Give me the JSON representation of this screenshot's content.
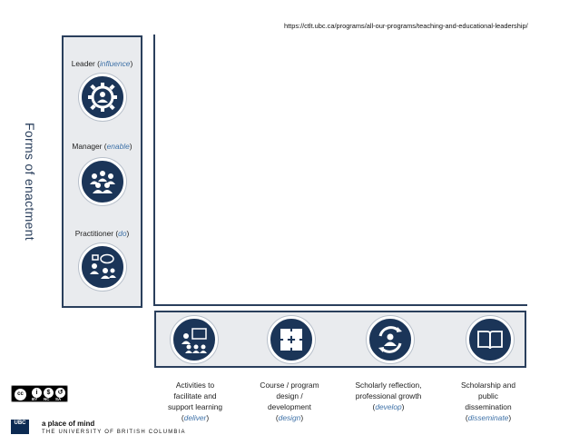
{
  "url": "https://ctlt.ubc.ca/programs/all-our-programs/teaching-and-educational-leadership/",
  "vertical_axis": {
    "label": "Forms of enactment",
    "roles": [
      {
        "name": "Leader",
        "qualifier": "influence",
        "icon": "gear-person-icon"
      },
      {
        "name": "Manager",
        "qualifier": "enable",
        "icon": "group-icon"
      },
      {
        "name": "Practitioner",
        "qualifier": "do",
        "icon": "conversation-icon"
      }
    ]
  },
  "horizontal_axis": {
    "columns": [
      {
        "lines": [
          "Activities to",
          "facilitate and",
          "support learning"
        ],
        "qualifier": "deliver",
        "icon": "presentation-icon"
      },
      {
        "lines": [
          "Course / program",
          "design /",
          "development"
        ],
        "qualifier": "design",
        "icon": "puzzle-icon"
      },
      {
        "lines": [
          "Scholarly reflection,",
          "professional growth"
        ],
        "qualifier": "develop",
        "icon": "cycle-person-icon"
      },
      {
        "lines": [
          "Scholarship and",
          "public",
          "dissemination"
        ],
        "qualifier": "disseminate",
        "icon": "book-icon"
      }
    ]
  },
  "footer": {
    "cc_badge": {
      "labels": [
        "BY",
        "NC",
        "SA"
      ]
    },
    "ubc_logo_text": "UBC",
    "tagline": "a place of mind",
    "university": "THE UNIVERSITY OF BRITISH COLUMBIA"
  },
  "colors": {
    "navy": "#1b3558",
    "panel": "#e9ebee",
    "accent": "#3f72a8"
  }
}
